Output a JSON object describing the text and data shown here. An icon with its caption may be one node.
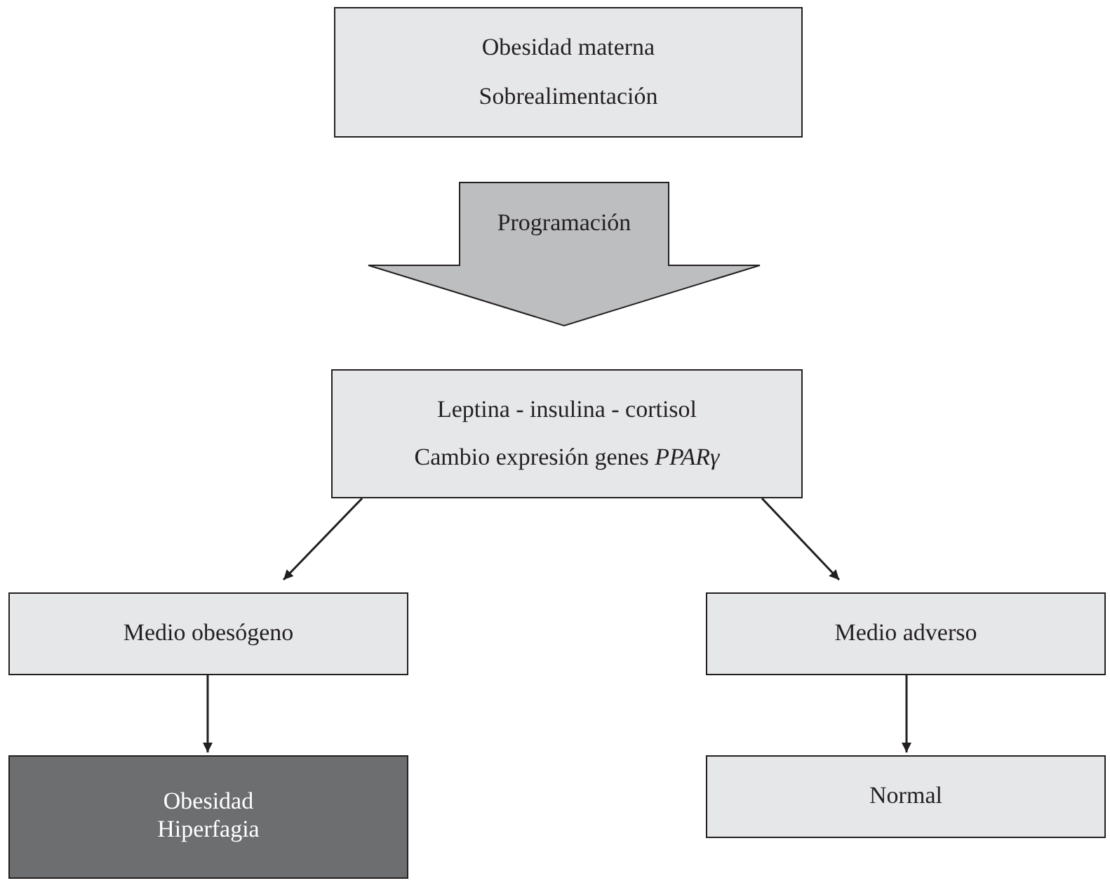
{
  "diagram": {
    "nodes": [
      {
        "text": [
          "Obesidad materna",
          "Sobrealimentación"
        ]
      },
      {
        "text": [
          "Leptina - insulina - cortisol",
          "Cambio expresión genes *PPARγ*"
        ]
      },
      {
        "text": [
          "Medio obesógeno"
        ]
      },
      {
        "text": [
          "Medio adverso"
        ]
      },
      {
        "text": [
          "Obesidad",
          "Hiperfagia"
        ]
      },
      {
        "text": [
          "Normal"
        ]
      }
    ],
    "edges": [
      {
        "from": 0,
        "to": 1,
        "arrow": "to",
        "label": "Programación",
        "style": "thick"
      },
      {
        "from": 1,
        "to": 2,
        "arrow": "to"
      },
      {
        "from": 1,
        "to": 3,
        "arrow": "to"
      },
      {
        "from": 2,
        "to": 4,
        "arrow": "to"
      },
      {
        "from": 3,
        "to": 5,
        "arrow": "to"
      }
    ]
  }
}
